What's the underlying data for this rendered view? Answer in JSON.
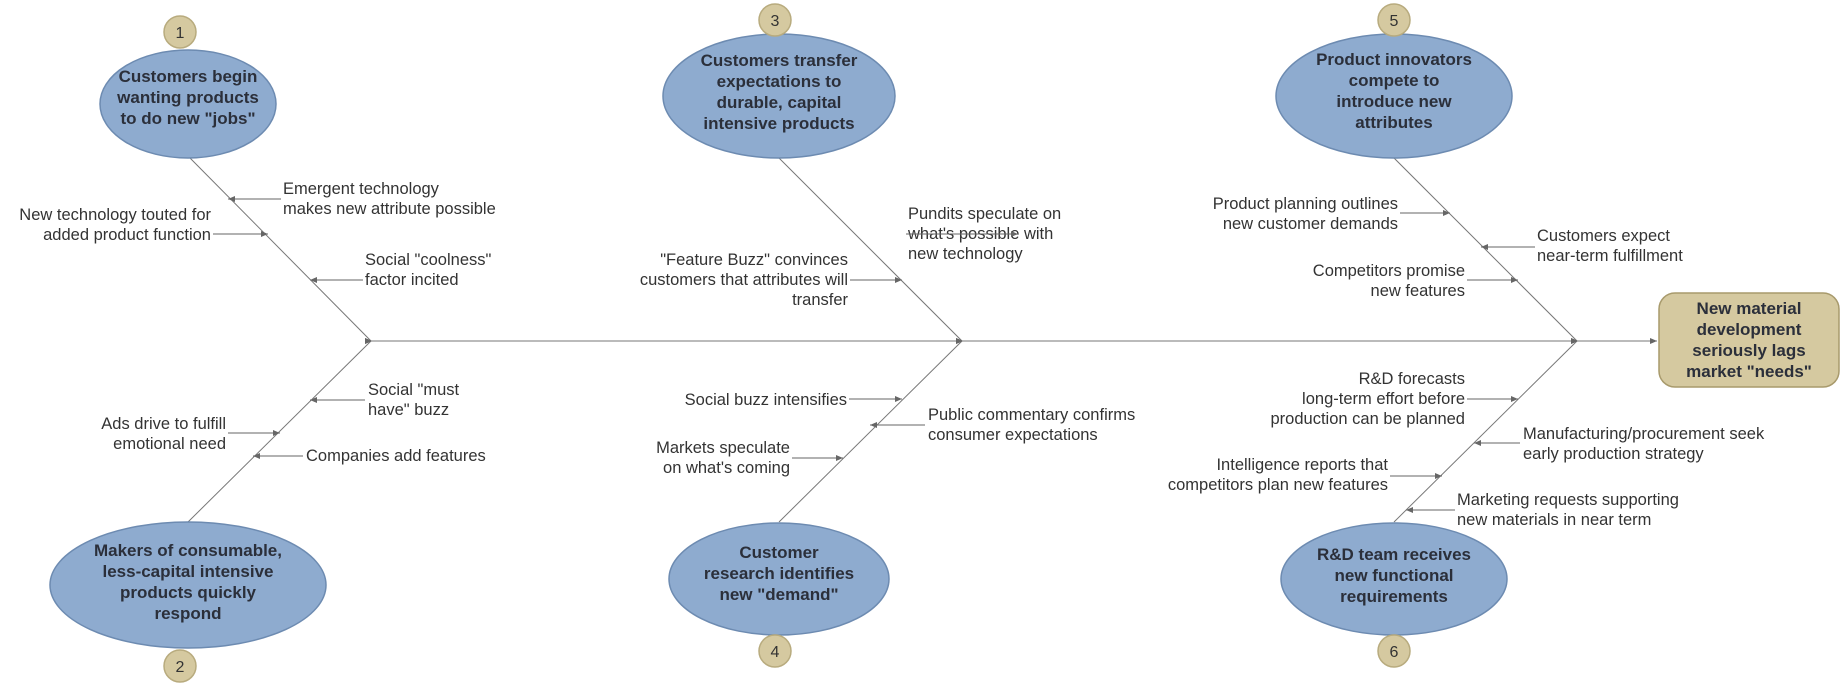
{
  "effect": [
    "New material",
    "development",
    "seriously lags",
    "market \"needs\""
  ],
  "causes": [
    {
      "number": "1",
      "title": [
        "Customers begin",
        "wanting products",
        "to do new \"jobs\""
      ],
      "labels": [
        [
          "Emergent technology",
          "makes new attribute possible"
        ],
        [
          "New technology touted for",
          "added product function"
        ],
        [
          "Social \"coolness\"",
          "factor incited"
        ]
      ]
    },
    {
      "number": "2",
      "title": [
        "Makers of consumable,",
        "less-capital intensive",
        "products quickly",
        "respond"
      ],
      "labels": [
        [
          "Social \"must",
          "have\" buzz"
        ],
        [
          "Ads drive to fulfill",
          "emotional need"
        ],
        [
          "Companies add features"
        ]
      ]
    },
    {
      "number": "3",
      "title": [
        "Customers transfer",
        "expectations  to",
        "durable, capital",
        "intensive products"
      ],
      "labels": [
        [
          "Pundits speculate on",
          "what's possible with",
          "new technology"
        ],
        [
          "\"Feature Buzz\" convinces",
          "customers that attributes will",
          "transfer"
        ]
      ]
    },
    {
      "number": "4",
      "title": [
        "Customer",
        "research identifies",
        "new \"demand\""
      ],
      "labels": [
        [
          "Social buzz intensifies"
        ],
        [
          "Public commentary confirms",
          "consumer expectations"
        ],
        [
          "Markets speculate",
          "on what's coming"
        ]
      ]
    },
    {
      "number": "5",
      "title": [
        "Product  innovators",
        "compete to",
        "introduce new",
        "attributes"
      ],
      "labels": [
        [
          "Product planning outlines",
          "new customer  demands"
        ],
        [
          "Customers expect",
          "near-term fulfillment"
        ],
        [
          "Competitors  promise",
          "new  features"
        ]
      ]
    },
    {
      "number": "6",
      "title": [
        "R&D team receives",
        "new functional",
        "requirements"
      ],
      "labels": [
        [
          "R&D   forecasts",
          "long-term effort before",
          "production can be planned"
        ],
        [
          "Manufacturing/procurement seek",
          "early production strategy"
        ],
        [
          "Intelligence reports that",
          "competitors plan new features"
        ],
        [
          "Marketing requests supporting",
          "new materials in near term"
        ]
      ]
    }
  ],
  "colors": {
    "ellipse_fill": "#8eabcf",
    "ellipse_stroke": "#6d8bb1",
    "number_fill": "#d5c9a0",
    "effect_fill": "#d5c9a0",
    "line": "#777777"
  }
}
